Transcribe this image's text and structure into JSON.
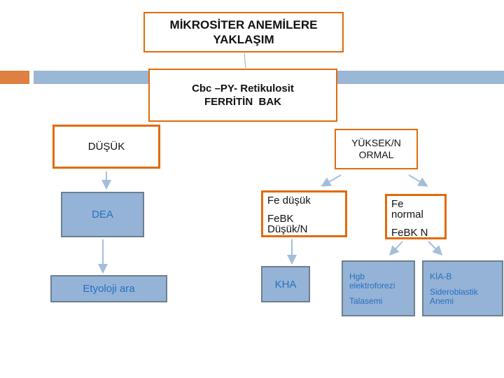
{
  "slide": {
    "title": {
      "line1": "MİKROSİTER ANEMİLERE",
      "line2": "YAKLAŞIM"
    },
    "cbc": {
      "line1": "Cbc –PY- Retikulosit",
      "line2": "FERRİTİN  BAK"
    },
    "dusuk": {
      "label": "DÜŞÜK"
    },
    "yuksek": {
      "line1": "YÜKSEK/N",
      "line2": "ORMAL"
    },
    "dea": {
      "label": "DEA"
    },
    "fe_dusuk": {
      "line1": "Fe düşük",
      "line2": "FeBK",
      "line3": "Düşük/N"
    },
    "fe_normal": {
      "line1": "Fe",
      "line2": "normal",
      "line3": "FeBK N"
    },
    "etyoloji": {
      "label": "Etyoloji ara"
    },
    "kha": {
      "label": "KHA"
    },
    "hgb": {
      "line1": "Hgb elektroforezi",
      "line2": "Talasemi"
    },
    "kia": {
      "line1": "KİA-B",
      "line2": "Sideroblastik Anemi"
    }
  },
  "colors": {
    "orange_border": "#e26b0a",
    "band_orange": "#dd8040",
    "band_blue": "#9ab7d5",
    "node_fill_blue": "#95b3d7",
    "node_border_gray": "#6d7f8d",
    "node_text_blue": "#2570c0",
    "arrow": "#a4bdd9",
    "title_connector_gray": "#a6a6a6"
  }
}
